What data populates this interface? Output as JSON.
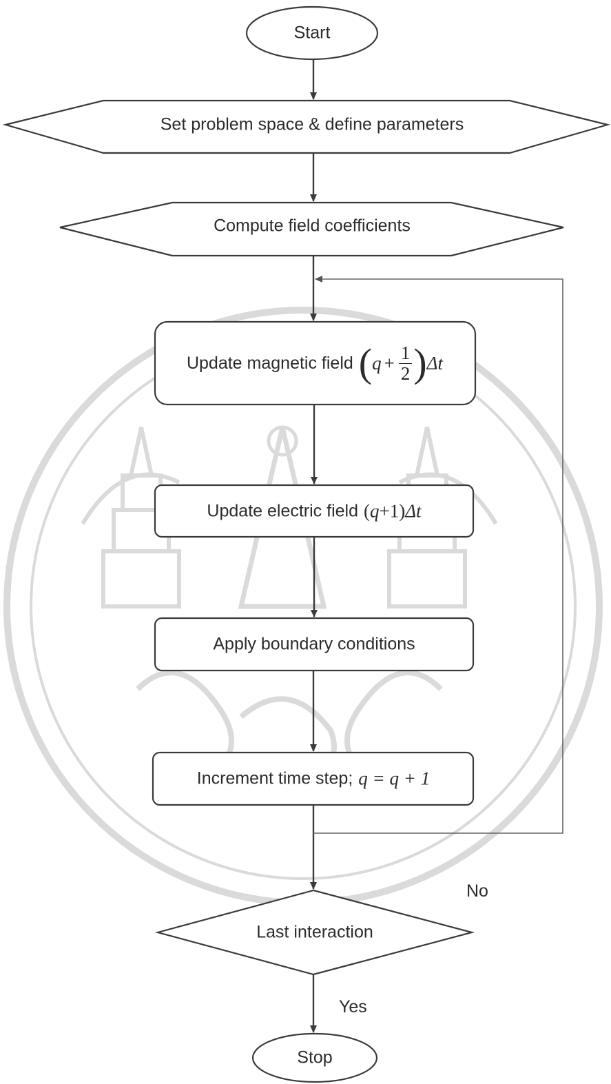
{
  "flowchart": {
    "start": "Start",
    "setup": "Set problem space & define parameters",
    "coefficients": "Compute field coefficients",
    "update_magnetic": {
      "text": "Update magnetic field",
      "math_var": "q",
      "math_op": "+",
      "frac_num": "1",
      "frac_den": "2",
      "math_tail": "Δt"
    },
    "update_electric": {
      "text": "Update electric field",
      "math_open": "(",
      "math_var": "q",
      "math_rest": "+1)",
      "math_tail": "Δt"
    },
    "boundary": "Apply boundary conditions",
    "increment": {
      "text": "Increment time step;",
      "math": "q = q + 1"
    },
    "decision": "Last interaction",
    "no_label": "No",
    "yes_label": "Yes",
    "stop": "Stop"
  },
  "colors": {
    "stroke": "#3a3a3a",
    "text": "#2b2b2b",
    "loop_line": "#8a8a8a",
    "watermark": "#d9d9d9"
  }
}
